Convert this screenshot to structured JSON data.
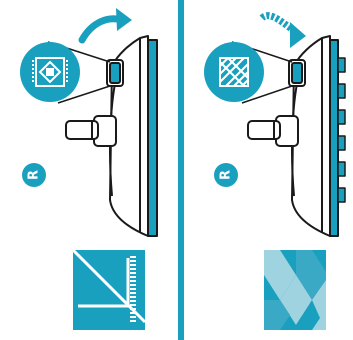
{
  "colors": {
    "accent": "#1aa0bf",
    "outline": "#1a1a1a",
    "background": "#ffffff",
    "light_tile": "#9fd3e0",
    "mid_tile": "#3aa9c6"
  },
  "panels": [
    {
      "id": "left",
      "badge_label": "R",
      "inset_icon": "rug-icon",
      "arrow_style": "solid",
      "floor_icon": "carpet-edge-icon"
    },
    {
      "id": "right",
      "badge_label": "R",
      "inset_icon": "hard-floor-icon",
      "arrow_style": "dashed",
      "floor_icon": "tile-floor-icon"
    }
  ],
  "divider_icon": "panel-divider"
}
